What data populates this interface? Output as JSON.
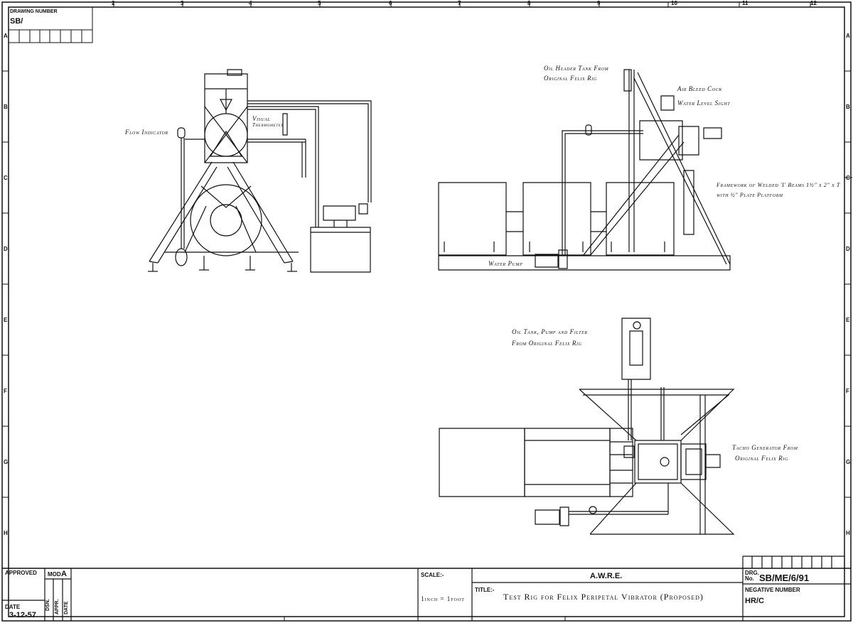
{
  "border": {
    "columns": [
      "2",
      "3",
      "4",
      "5",
      "6",
      "7",
      "8",
      "9",
      "10",
      "11",
      "12"
    ],
    "rows": [
      "A",
      "B",
      "C",
      "D",
      "E",
      "F",
      "G",
      "H"
    ]
  },
  "drawing_number_box": {
    "label": "DRAWING NUMBER",
    "value": "SB/"
  },
  "annotations": {
    "flow_indicator": "Flow Indicator",
    "visual_thermometer_1": "Visual",
    "visual_thermometer_2": "Thermometer",
    "oil_header_1": "Oil Header Tank From",
    "oil_header_2": "Original Felix Rig",
    "air_bleed": "Air Bleed Cock",
    "water_level": "Water Level Sight",
    "framework_1": "Framework of Welded 'I' Beams 1½\" x 2\" x T",
    "framework_2": "with ½\" Plate Platform",
    "water_pump": "Water Pump",
    "oil_tank_1": "Oil Tank, Pump and Filter",
    "oil_tank_2": "From Original Felix Rig",
    "tacho_1": "Tacho Generator From",
    "tacho_2": "Original Felix Rig"
  },
  "title_block": {
    "approved_label": "APPROVED",
    "mod_label": "MOD",
    "mod_value": "A",
    "date_label": "DATE",
    "date_value": "3-12-57",
    "dsn_label": "DSN.",
    "appr_label": "APPR.",
    "date2_label": "DATE",
    "scale_label": "SCALE:-",
    "scale_value": "1inch = 1foot",
    "org": "A.W.R.E.",
    "title_label": "TITLE:-",
    "title_value": "Test Rig for Felix Peripetal Vibrator (Proposed)",
    "drg_label": "DRG.\nNo.",
    "drg_value": "SB/ME/6/91",
    "neg_label": "NEGATIVE NUMBER",
    "neg_value": "HR/C"
  }
}
